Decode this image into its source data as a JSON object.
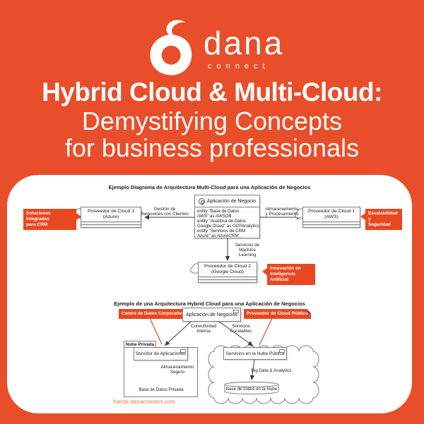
{
  "theme": {
    "bg_orange": "#E84E2A",
    "tag_orange": "#E7481F",
    "panel_white": "#FFFFFF",
    "ink": "#1c1c1c",
    "box_border": "#7f7f7f",
    "box_fill": "#FCFCFC",
    "source_orange": "#E8734A"
  },
  "brand": {
    "name": "dana",
    "subname": "connect",
    "logo_icon": "dana-swoosh-d-icon"
  },
  "title": {
    "line1": "Hybrid Cloud & Multi-Cloud:",
    "line2": "Demystifying Concepts",
    "line3": "for business professionals"
  },
  "diagram1": {
    "title": "Ejemplo Diagrama de Arquitectura Multi-Cloud para una Aplicación de Negocios",
    "app_box": {
      "header": "Aplicación de Negocio",
      "code_lines": [
        {
          "text": "entity \"Base de Datos",
          "italic": false
        },
        {
          "text": "AWS\" as AWSDB",
          "italic": true
        },
        {
          "text": "entity \"Analítica de Datos",
          "italic": false
        },
        {
          "text": "Google Cloud\" as GCPAnalytics",
          "italic": false
        },
        {
          "text": "entity \"Servicios de CRM",
          "italic": false
        },
        {
          "text": "Azure\" as AzureCRM",
          "italic": true
        }
      ]
    },
    "providers": [
      {
        "line1": "Proveedor de Cloud 3",
        "line2": "(Azure)"
      },
      {
        "line1": "Proveedor de Cloud 1",
        "line2": "(AWS)"
      },
      {
        "line1": "Proveedor de Cloud 2",
        "line2": "(Google Cloud)"
      }
    ],
    "edges": [
      {
        "label1": "Gestión de",
        "label2": "Relaciones con Clientes"
      },
      {
        "label1": "Almacenamiento",
        "label2": "y Procesamiento"
      },
      {
        "label1": "Servicios de",
        "label2": "Machine Learning"
      }
    ],
    "tags": [
      {
        "line1": "Soluciones Integradas",
        "line2": "para CRM"
      },
      {
        "line1": "Escalabilidad y",
        "line2": "Seguridad"
      },
      {
        "line1": "Innovación en",
        "line2": "Inteligencia Artificial"
      }
    ]
  },
  "diagram2": {
    "title": "Ejemplo de una Arquitectura Hybrid Cloud para una Aplicación de Negocios",
    "tags": [
      {
        "label": "Centro de Datos Corporativo"
      },
      {
        "label": "Proveedor de Cloud Público"
      }
    ],
    "app_box": "Aplicación de Negocios",
    "edges": {
      "left": {
        "l1": "Conectividad",
        "l2": "Interna"
      },
      "right": {
        "l1": "Servicios",
        "l2": "Escalables"
      },
      "private_storage": {
        "l1": "Almacenamiento",
        "l2": "Seguro"
      },
      "bigdata": "Big Data & Analytics"
    },
    "private_package": {
      "label": "Nube Privada",
      "server": "Servidor de Aplicaciones",
      "db": "Base de Datos Privada"
    },
    "public_cloud": {
      "services": "Servicios en la Nube Pública",
      "db": "Base de Datos en la Nube"
    }
  },
  "footer": {
    "source": "fuente danaconnect.com"
  }
}
